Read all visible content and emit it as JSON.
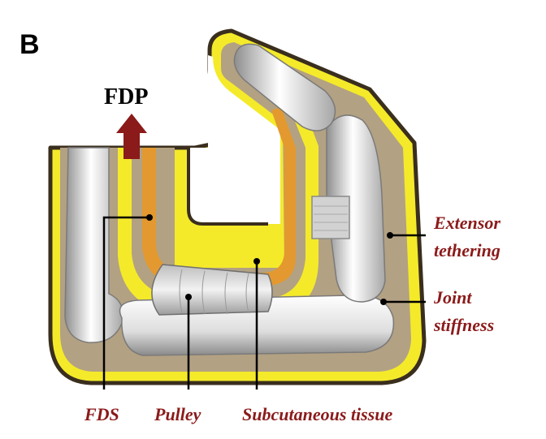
{
  "panel_letter": "B",
  "arrow_label": "FDP",
  "labels": {
    "fds": "FDS",
    "pulley": "Pulley",
    "subcutaneous": "Subcutaneous tissue",
    "extensor_line1": "Extensor",
    "extensor_line2": "tethering",
    "joint_line1": "Joint",
    "joint_line2": "stiffness"
  },
  "colors": {
    "skin_outline": "#3a2e1e",
    "yellow_layer": "#f4ea2a",
    "tissue": "#b3a183",
    "tendon_orange": "#e3992f",
    "bone": "#e6e6e6",
    "arrow": "#8b1a1a",
    "label_text": "#8b1a1a"
  }
}
